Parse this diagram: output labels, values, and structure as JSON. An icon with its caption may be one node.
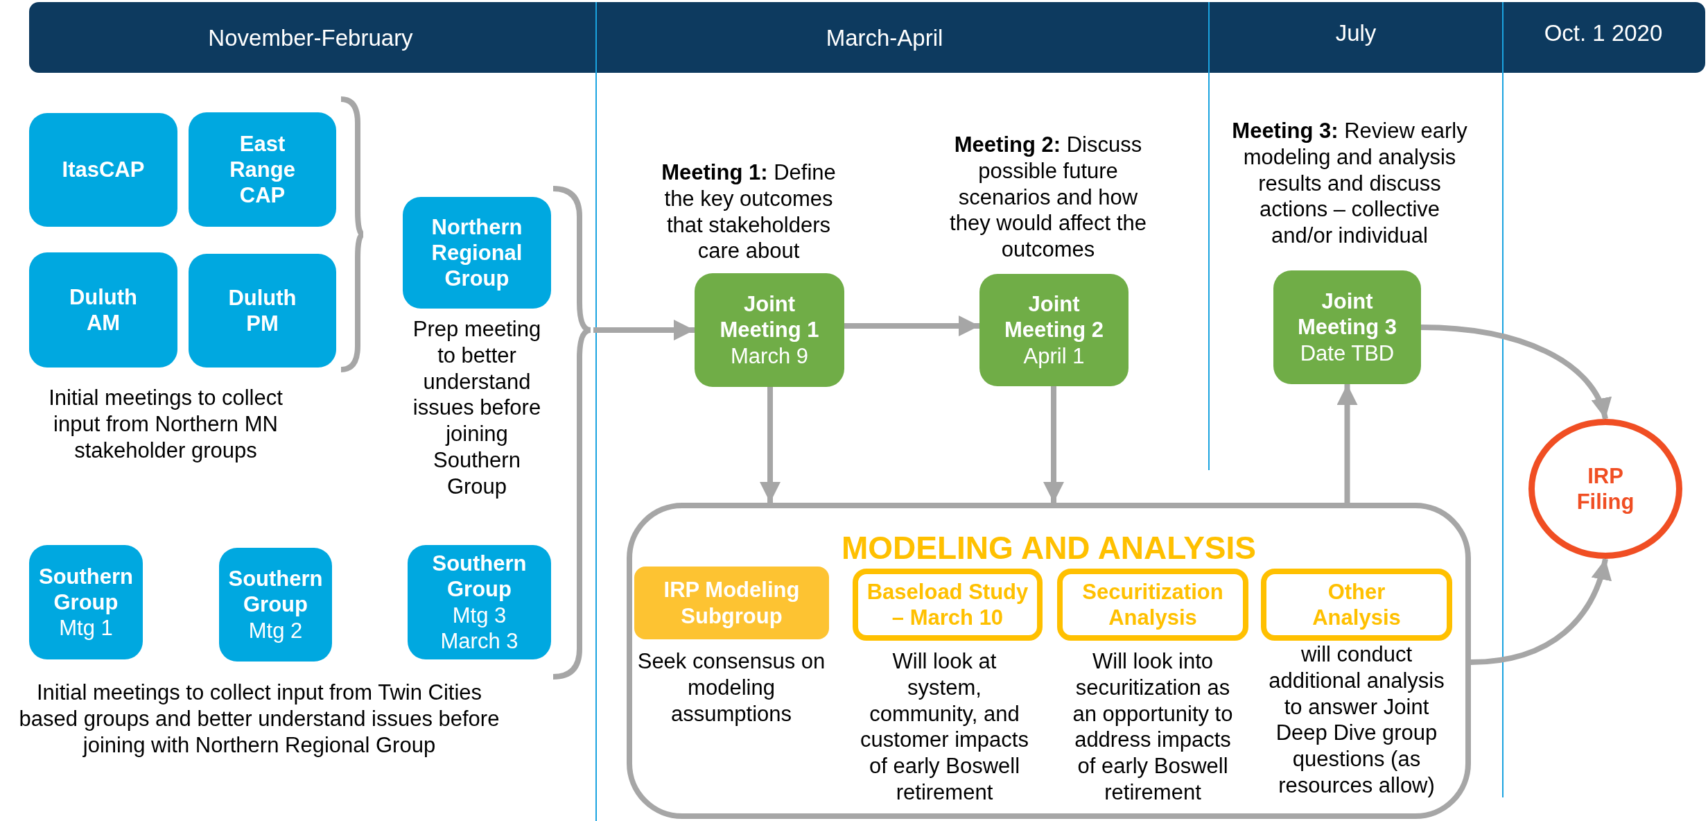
{
  "diagram": {
    "nodes": [
      {
        "text": [
          "ItasCAP"
        ]
      },
      {
        "text": [
          "East Range CAP"
        ]
      },
      {
        "text": [
          "Duluth AM"
        ]
      },
      {
        "text": [
          "Duluth PM"
        ]
      },
      {
        "text": [
          "Northern Regional Group"
        ],
        "beside": [
          "Prep meeting to better understand issues before joining Southern Group"
        ]
      },
      {
        "text": [
          "Southern Group",
          "Mtg 1"
        ]
      },
      {
        "text": [
          "Southern Group",
          "Mtg 2"
        ]
      },
      {
        "text": [
          "Southern Group",
          "Mtg 3 March 3"
        ]
      },
      {
        "text": [
          "Joint Meeting 1",
          "March 9"
        ],
        "beside": [
          "**Meeting 1:** Define the key outcomes that stakeholders care about"
        ]
      },
      {
        "text": [
          "Joint Meeting 2",
          "April 1"
        ],
        "beside": [
          "**Meeting 2:** Discuss possible future scenarios and how they would affect the outcomes"
        ]
      },
      {
        "text": [
          "Joint Meeting 3",
          "Date TBD"
        ],
        "beside": [
          "**Meeting 3:** Review early modeling and analysis results and discuss actions – collective and/or individual"
        ]
      },
      {
        "text": [
          "IRP Filing"
        ]
      },
      {
        "text": [
          "MODELING AND ANALYSIS"
        ]
      },
      {
        "text": [
          "IRP Modeling Subgroup"
        ],
        "in": 12,
        "beside": [
          "Seek consensus on modeling assumptions"
        ]
      },
      {
        "text": [
          "Baseload Study – March 10"
        ],
        "in": 12,
        "beside": [
          "Will look at system, community, and customer impacts of early Boswell retirement"
        ]
      },
      {
        "text": [
          "Securitization Analysis"
        ],
        "in": 12,
        "beside": [
          "Will look into securitization as an opportunity to address impacts of early Boswell retirement"
        ]
      },
      {
        "text": [
          "Other Analysis"
        ],
        "in": 12,
        "beside": [
          "will conduct additional analysis to answer Joint Deep Dive group questions (as resources allow)"
        ]
      },
      {
        "text": [],
        "shape": "brace"
      }
    ],
    "edges": [
      {
        "from": 17,
        "to": 8,
        "arrow": "to"
      },
      {
        "from": 8,
        "to": 9,
        "arrow": "to"
      },
      {
        "from": 8,
        "to": 12,
        "arrow": "to"
      },
      {
        "from": 9,
        "to": 12,
        "arrow": "to"
      },
      {
        "from": 12,
        "to": 10,
        "arrow": "to"
      },
      {
        "from": 10,
        "to": 11,
        "arrow": "to"
      },
      {
        "from": 12,
        "to": 11,
        "arrow": "to"
      }
    ],
    "labels": [
      "November-February",
      "March-April",
      "July",
      "Oct. 1 2020",
      "Initial meetings to collect input from Northern MN stakeholder groups",
      "Initial meetings to collect input from Twin Cities based groups and better understand issues before joining with Northern Regional Group"
    ]
  }
}
